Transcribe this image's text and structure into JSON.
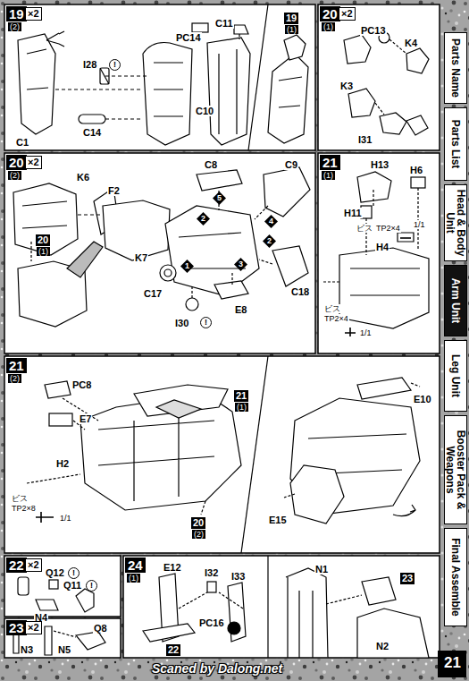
{
  "diagram": {
    "nodes": [
      {
        "text": [
          "Parts Name"
        ]
      },
      {
        "text": [
          "Parts List"
        ]
      },
      {
        "text": [
          "Head & Body Unit"
        ]
      },
      {
        "text": [
          "Arm Unit"
        ]
      },
      {
        "text": [
          "Leg Unit"
        ]
      },
      {
        "text": [
          "Booster Pack & Weapons"
        ]
      },
      {
        "text": [
          "Final Assemble"
        ]
      }
    ],
    "labels": [
      "19",
      "(2)",
      "×2",
      "I28",
      "!",
      "PC14",
      "C11",
      "C1",
      "C14",
      "C10",
      "19",
      "(1)",
      "20",
      "(1)",
      "×2",
      "PC13",
      "K4",
      "K3",
      "I31",
      "20",
      "(2)",
      "×2",
      "K6",
      "F2",
      "K7",
      "20",
      "(1)",
      "C8",
      "C9",
      "C17",
      "C18",
      "E8",
      "I30",
      "!",
      "5",
      "2",
      "4",
      "2",
      "3",
      "1",
      "21",
      "(1)",
      "H13",
      "H6",
      "H11",
      "ビス",
      "TP2×4",
      "1/1",
      "H4",
      "ビス",
      "TP2×4",
      "1/1",
      "21",
      "(2)",
      "PC8",
      "E7",
      "21",
      "(1)",
      "H2",
      "ビス",
      "TP2×8",
      "1/1",
      "20",
      "(2)",
      "E10",
      "E15",
      "22",
      "×2",
      "Q12",
      "!",
      "Q11",
      "!",
      "N4",
      "23",
      "×2",
      "Q8",
      "N3",
      "N5",
      "24",
      "(1)",
      "E12",
      "I32",
      "I33",
      "PC16",
      "22",
      "N1",
      "N2",
      "23",
      "Scaned by Dalong.net",
      "21"
    ]
  }
}
